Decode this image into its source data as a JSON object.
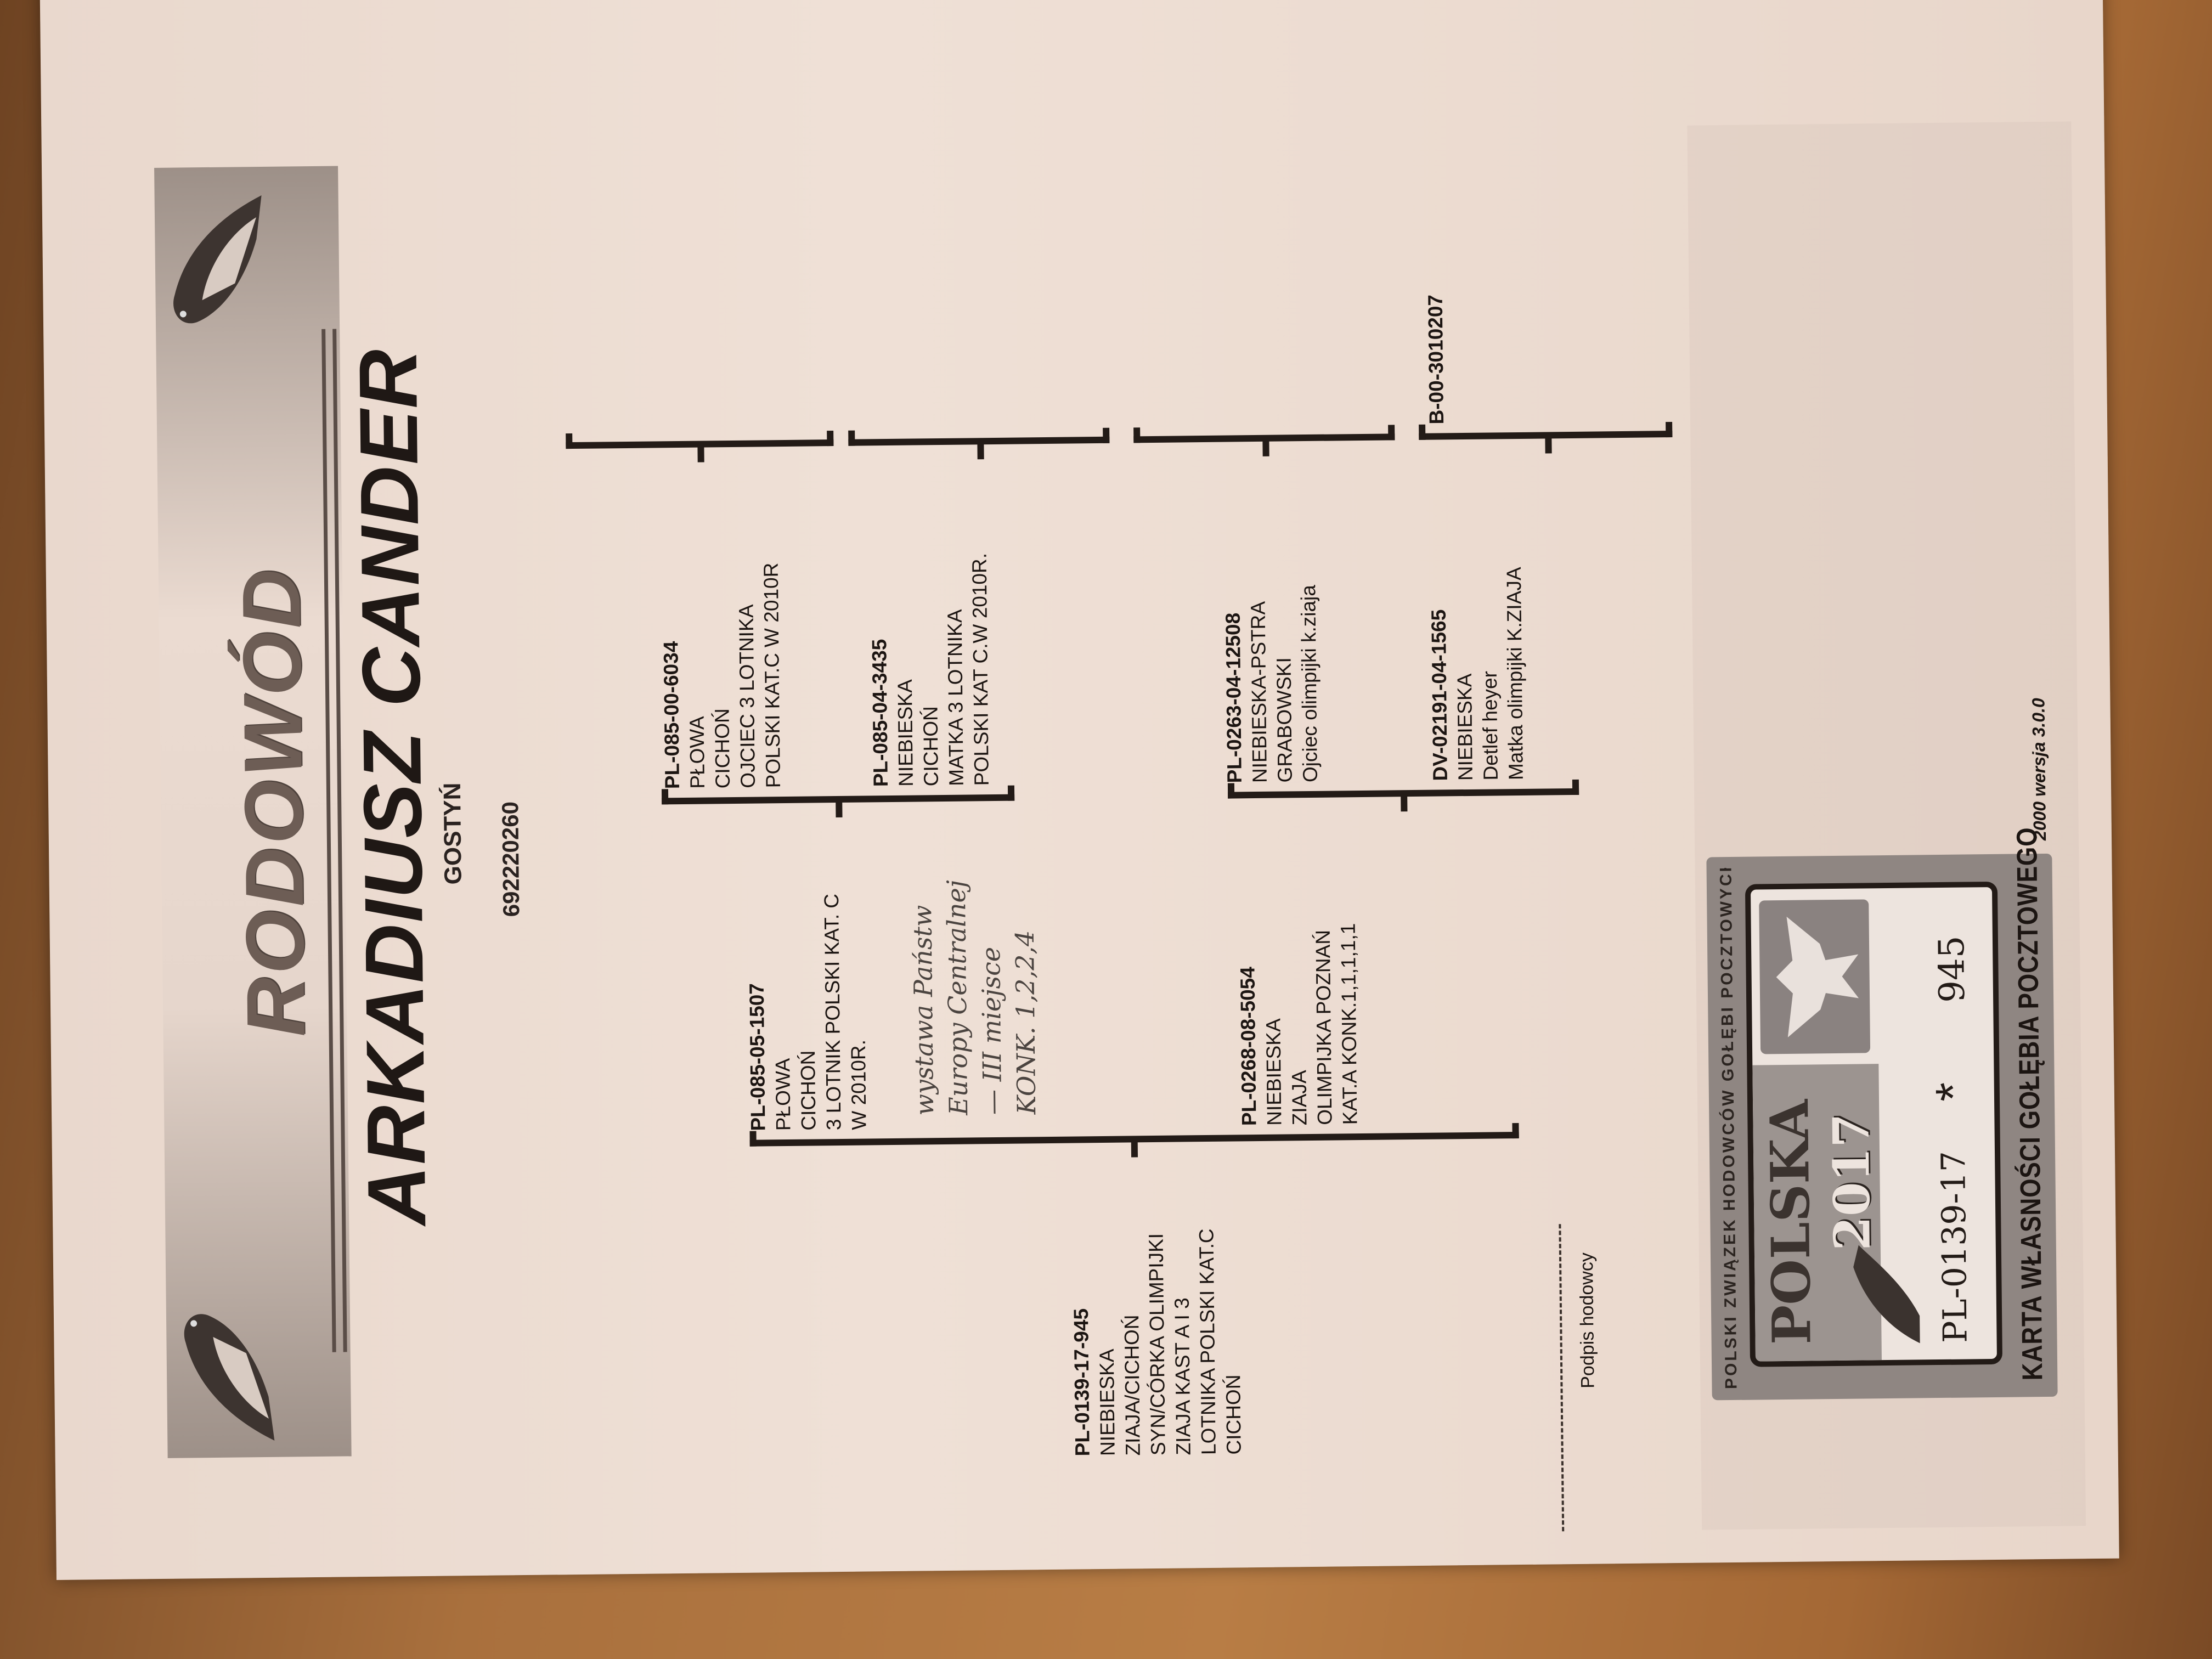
{
  "header": {
    "title": "RODOWÓD",
    "owner": "ARKADIUSZ CANDER",
    "city": "GOSTYŃ",
    "phone": "692220260"
  },
  "subject": {
    "lines": [
      "PL-0139-17-945",
      "NIEBIESKA",
      "ZIAJA/CICHOŃ",
      "SYN/CÓRKA OLIMPIJKI",
      "ZIAJA KAST A I 3",
      "LOTNIKA POLSKI KAT.C",
      "CICHOŃ"
    ]
  },
  "sire": {
    "lines": [
      "PL-085-05-1507",
      "PŁOWA",
      "CICHOŃ",
      "3 LOTNIK POLSKI KAT. C",
      "W 2010R."
    ],
    "handwritten": [
      "wystawa Państw",
      "Europy Centralnej",
      "— III miejsce",
      "KONK. 1,2,2,4"
    ]
  },
  "dam": {
    "lines": [
      "PL-0268-08-5054",
      "NIEBIESKA",
      "ZIAJA",
      "OLIMPIJKA POZNAŃ",
      "KAT.A KONK.1,1,1,1,1"
    ]
  },
  "sire_sire": {
    "lines": [
      "PL-085-00-6034",
      "PŁOWA",
      "CICHOŃ",
      "OJCIEC 3 LOTNIKA",
      "POLSKI KAT.C W 2010R"
    ]
  },
  "sire_dam": {
    "lines": [
      "PL-085-04-3435",
      "NIEBIESKA",
      "CICHOŃ",
      "MATKA 3 LOTNIKA",
      "POLSKI KAT C.W 2010R."
    ]
  },
  "dam_sire": {
    "lines": [
      "PL-0263-04-12508",
      "NIEBIESKA-PSTRA",
      "GRABOWSKI",
      "Ojciec olimpijki k.ziaja"
    ]
  },
  "dam_dam": {
    "lines": [
      "DV-02191-04-1565",
      "NIEBIESKA",
      "Detlef heyer",
      "Matka olimpijki K.ZIAJA"
    ]
  },
  "gen3": {
    "dam_dam_sire": "B-00-3010207"
  },
  "signature": {
    "label": "Podpis hodowcy"
  },
  "card": {
    "ring_top": "POLSKI ZWIĄZEK HODOWCÓW GOŁĘBI POCZTOWYCH · POLSKI ZWIĄZEK HODOWCÓW GOŁĘBI POCZTOWYCH",
    "country": "POLSKA",
    "year": "2017",
    "ring": "PL-0139-17",
    "star": "*",
    "number": "945",
    "bottom": "KARTA WŁASNOŚCI GOŁĘBIA POCZTOWEGO"
  },
  "footer": {
    "version": "2000 wersja 3.0.0"
  }
}
